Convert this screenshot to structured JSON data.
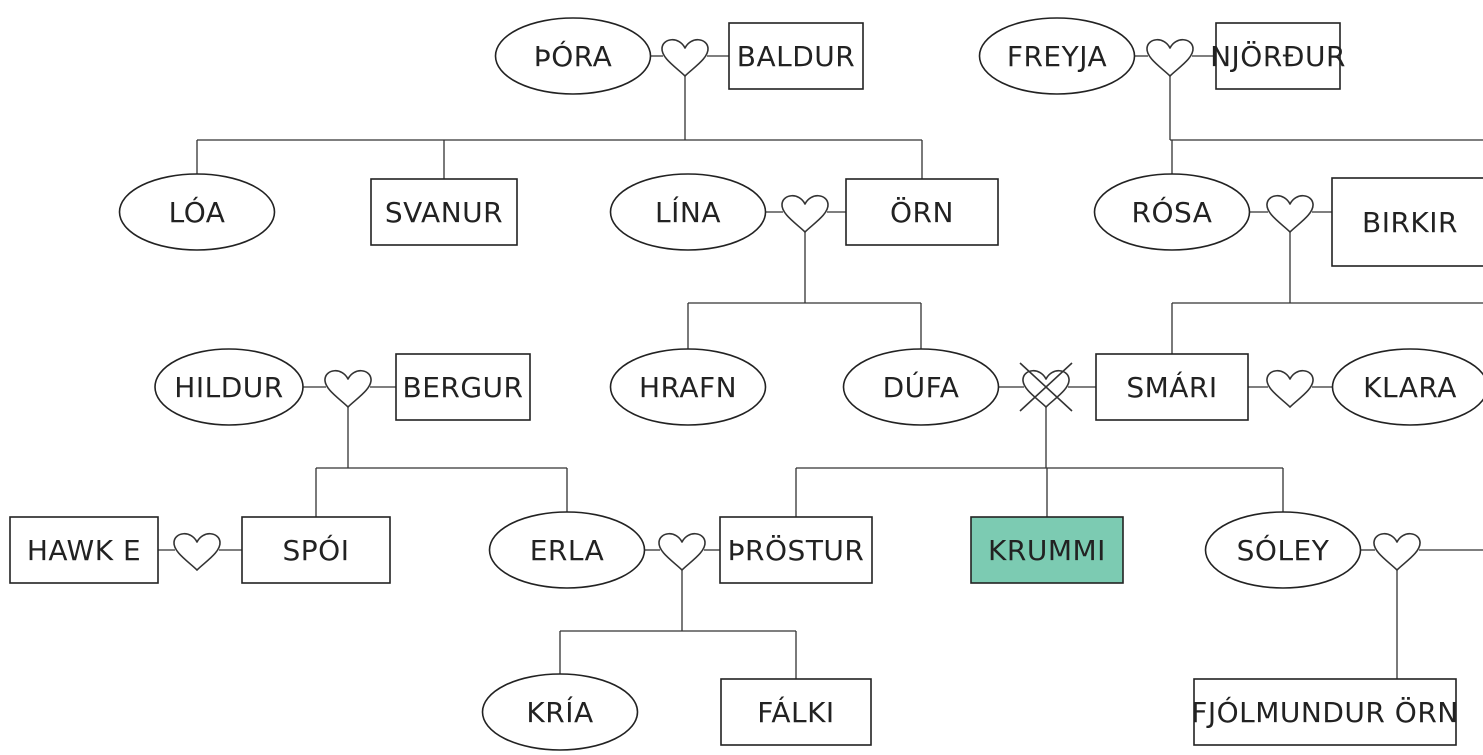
{
  "diagram": {
    "nodes": [
      {
        "id": "thora",
        "label": "ÞÓRA",
        "shape": "ellipse"
      },
      {
        "id": "baldur",
        "label": "BALDUR",
        "shape": "rect"
      },
      {
        "id": "freyja",
        "label": "FREYJA",
        "shape": "ellipse"
      },
      {
        "id": "njordur",
        "label": "NJÖRÐUR",
        "shape": "rect"
      },
      {
        "id": "loa",
        "label": "LÓA",
        "shape": "ellipse"
      },
      {
        "id": "svanur",
        "label": "SVANUR",
        "shape": "rect"
      },
      {
        "id": "lina",
        "label": "LÍNA",
        "shape": "ellipse"
      },
      {
        "id": "orn",
        "label": "ÖRN",
        "shape": "rect"
      },
      {
        "id": "rosa",
        "label": "RÓSA",
        "shape": "ellipse"
      },
      {
        "id": "birkir",
        "label": "BIRKIR",
        "shape": "rect"
      },
      {
        "id": "hildur",
        "label": "HILDUR",
        "shape": "ellipse"
      },
      {
        "id": "bergur",
        "label": "BERGUR",
        "shape": "rect"
      },
      {
        "id": "hrafn",
        "label": "HRAFN",
        "shape": "ellipse"
      },
      {
        "id": "dufa",
        "label": "DÚFA",
        "shape": "ellipse"
      },
      {
        "id": "smari",
        "label": "SMÁRI",
        "shape": "rect"
      },
      {
        "id": "klara",
        "label": "KLARA",
        "shape": "ellipse"
      },
      {
        "id": "hawke",
        "label": "HAWK E",
        "shape": "rect"
      },
      {
        "id": "spoi",
        "label": "SPÓI",
        "shape": "rect"
      },
      {
        "id": "erla",
        "label": "ERLA",
        "shape": "ellipse"
      },
      {
        "id": "throstur",
        "label": "ÞRÖSTUR",
        "shape": "rect"
      },
      {
        "id": "krummi",
        "label": "KRUMMI",
        "shape": "rect",
        "highlight": true
      },
      {
        "id": "soley",
        "label": "SÓLEY",
        "shape": "ellipse"
      },
      {
        "id": "kria",
        "label": "KRÍA",
        "shape": "ellipse"
      },
      {
        "id": "falki",
        "label": "FÁLKI",
        "shape": "rect"
      },
      {
        "id": "fjolmundur",
        "label": "FJÓLMUNDUR ÖRN",
        "shape": "rect"
      }
    ],
    "couples": [
      {
        "id": "thora-baldur",
        "a": "thora",
        "b": "baldur",
        "divorced": false
      },
      {
        "id": "freyja-njordur",
        "a": "freyja",
        "b": "njordur",
        "divorced": false
      },
      {
        "id": "lina-orn",
        "a": "lina",
        "b": "orn",
        "divorced": false
      },
      {
        "id": "rosa-birkir",
        "a": "rosa",
        "b": "birkir",
        "divorced": false
      },
      {
        "id": "hildur-bergur",
        "a": "hildur",
        "b": "bergur",
        "divorced": false
      },
      {
        "id": "dufa-smari",
        "a": "dufa",
        "b": "smari",
        "divorced": true
      },
      {
        "id": "smari-klara",
        "a": "smari",
        "b": "klara",
        "divorced": false
      },
      {
        "id": "hawke-spoi",
        "a": "hawke",
        "b": "spoi",
        "divorced": false
      },
      {
        "id": "erla-throstur",
        "a": "erla",
        "b": "throstur",
        "divorced": false
      },
      {
        "id": "soley-partner",
        "a": "soley",
        "b": null,
        "divorced": false
      }
    ],
    "children": [
      {
        "couple": "thora-baldur",
        "kids": [
          "loa",
          "svanur",
          "orn"
        ]
      },
      {
        "couple": "freyja-njordur",
        "kids": [
          "rosa"
        ]
      },
      {
        "couple": "lina-orn",
        "kids": [
          "hrafn",
          "dufa"
        ]
      },
      {
        "couple": "rosa-birkir",
        "kids": [
          "smari"
        ]
      },
      {
        "couple": "hildur-bergur",
        "kids": [
          "spoi",
          "erla"
        ]
      },
      {
        "couple": "dufa-smari",
        "kids": [
          "throstur",
          "krummi",
          "soley"
        ]
      },
      {
        "couple": "erla-throstur",
        "kids": [
          "kria",
          "falki"
        ]
      },
      {
        "couple": "soley-partner",
        "kids": [
          "fjolmundur"
        ]
      }
    ],
    "colors": {
      "highlight": "#7ccbb2",
      "line": "#222222"
    }
  }
}
